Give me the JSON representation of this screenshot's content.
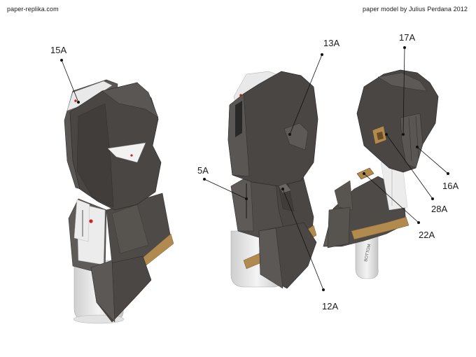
{
  "header": {
    "site": "paper-replika.com",
    "credit": "paper model by Julius Perdana 2012"
  },
  "callouts": [
    "15A",
    "13A",
    "17A",
    "5A",
    "16A",
    "28A",
    "22A",
    "12A"
  ],
  "tube_label": "BOTTOM",
  "colors": {
    "panel_dark": "#4b4745",
    "panel_mid": "#5d5957",
    "panel_light": "#6d6966",
    "gold": "#b08a4e",
    "white_part": "#ebebeb",
    "red_dot": "#cc2222"
  }
}
